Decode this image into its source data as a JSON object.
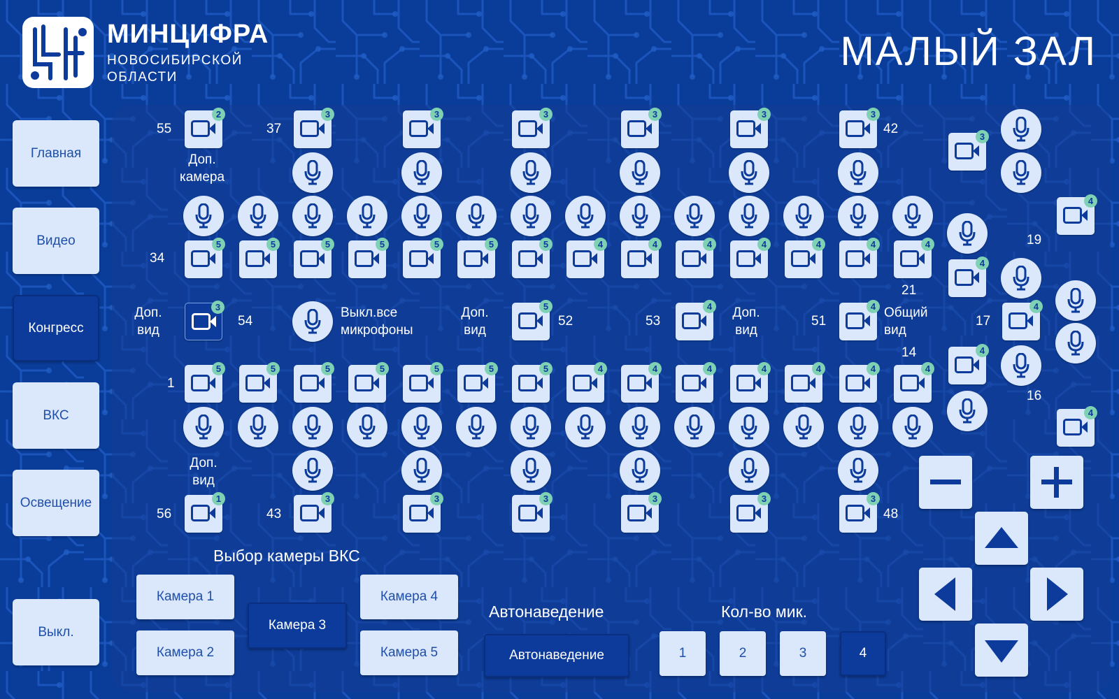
{
  "brand": {
    "name": "МИНЦИФРА",
    "sub1": "НОВОСИБИРСКОЙ",
    "sub2": "ОБЛАСТИ"
  },
  "title": "МАЛЫЙ ЗАЛ",
  "colors": {
    "background": "#0a3d9a",
    "button": "#dbe8fb",
    "button_active": "#0d3b9b",
    "badge": "#7fd1b3",
    "text_dark": "#1f4fa8"
  },
  "nav": [
    {
      "label": "Главная",
      "active": false
    },
    {
      "label": "Видео",
      "active": false
    },
    {
      "label": "Конгресс",
      "active": true
    },
    {
      "label": "ВКС",
      "active": false
    },
    {
      "label": "Освещение",
      "active": false
    },
    {
      "label": "Выкл.",
      "active": false
    }
  ],
  "seat_labels": {
    "extra_camera": "Доп.\nкамера",
    "extra_view": "Доп.\nвид",
    "all_mics_off": "Выкл.все\nмикрофоны",
    "general_view": "Общий\nвид",
    "numbers": {
      "n55": "55",
      "n37": "37",
      "n42": "42",
      "n34": "34",
      "n54": "54",
      "n52": "52",
      "n53": "53",
      "n51": "51",
      "n1": "1",
      "n56": "56",
      "n43": "43",
      "n48": "48",
      "n19": "19",
      "n21": "21",
      "n17": "17",
      "n14": "14",
      "n16": "16"
    }
  },
  "badges": {
    "top_row": [
      "2",
      "3",
      "3",
      "3",
      "3",
      "3",
      "3"
    ],
    "row34": [
      "5",
      "5",
      "5",
      "5",
      "5",
      "5",
      "5",
      "4",
      "4",
      "4",
      "4",
      "4",
      "4",
      "4"
    ],
    "mid": {
      "c54": "3",
      "c52": "5",
      "c53": "4",
      "c51": "4"
    },
    "row1": [
      "5",
      "5",
      "5",
      "5",
      "5",
      "5",
      "5",
      "4",
      "4",
      "4",
      "4",
      "4",
      "4",
      "4"
    ],
    "bottom_row": [
      "1",
      "3",
      "3",
      "3",
      "3",
      "3",
      "3"
    ],
    "right": {
      "r1": "3",
      "r2": "4",
      "r3": "4",
      "r4": "4",
      "r5": "4",
      "r6": "4"
    }
  },
  "vks_camera": {
    "title": "Выбор камеры ВКС",
    "cameras": [
      {
        "label": "Камера 1",
        "active": false
      },
      {
        "label": "Камера 2",
        "active": false
      },
      {
        "label": "Камера 3",
        "active": true
      },
      {
        "label": "Камера 4",
        "active": false
      },
      {
        "label": "Камера 5",
        "active": false
      }
    ]
  },
  "auto": {
    "title": "Автонаведение",
    "button": "Автонаведение"
  },
  "mic_count": {
    "title": "Кол-во мик.",
    "options": [
      "1",
      "2",
      "3",
      "4"
    ],
    "selected": "4"
  },
  "ptz": {
    "zoom_out": "minus-icon",
    "zoom_in": "plus-icon",
    "up": "arrow-up-icon",
    "down": "arrow-down-icon",
    "left": "arrow-left-icon",
    "right": "arrow-right-icon"
  }
}
